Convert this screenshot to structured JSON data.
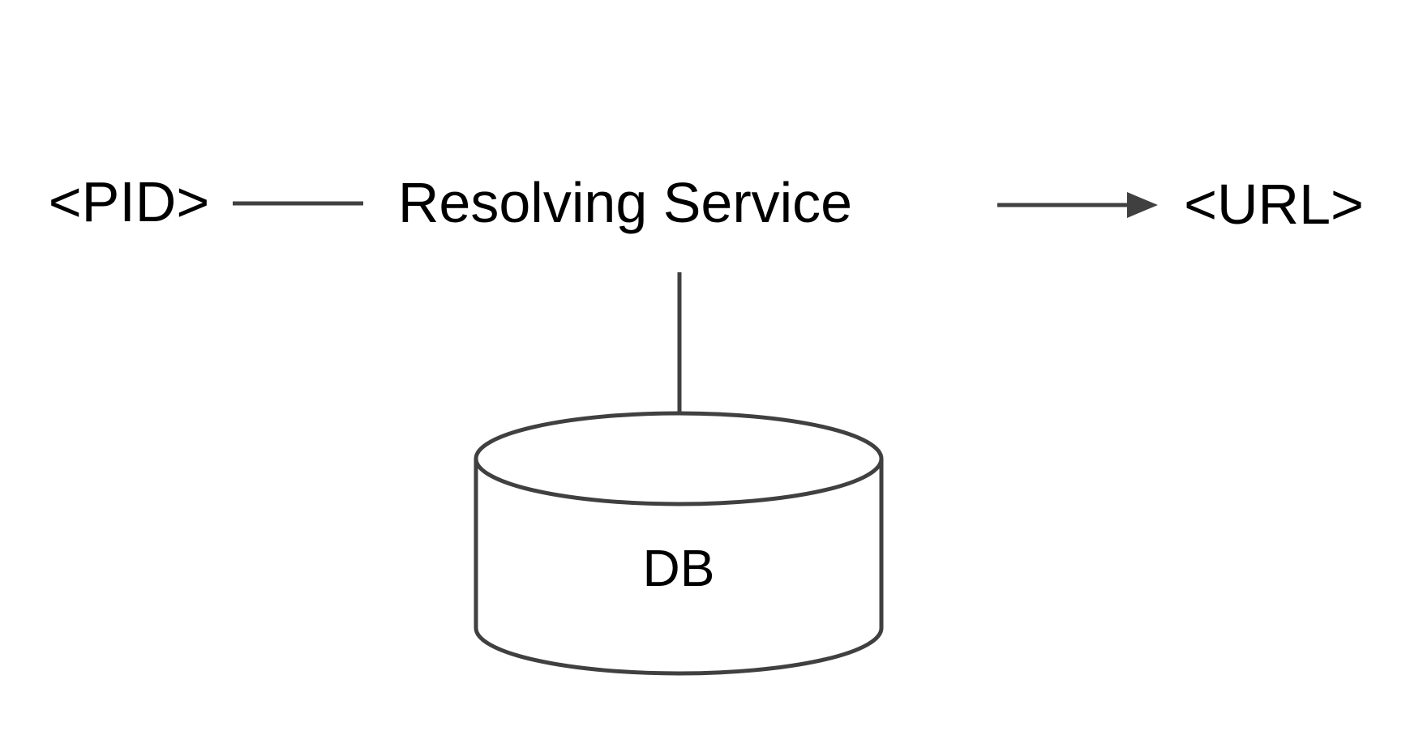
{
  "diagram": {
    "background_color": "#ffffff",
    "stroke_color": "#404040",
    "text_color": "#000000",
    "nodes": {
      "pid": {
        "label": "<PID>",
        "shape": "text"
      },
      "resolving_service": {
        "label": "Resolving Service",
        "shape": "text"
      },
      "url": {
        "label": "<URL>",
        "shape": "text"
      },
      "db": {
        "label": "DB",
        "shape": "cylinder"
      }
    },
    "edges": [
      {
        "from": "pid",
        "to": "resolving_service",
        "style": "plain-line",
        "direction": "none"
      },
      {
        "from": "resolving_service",
        "to": "url",
        "style": "arrow",
        "direction": "right"
      },
      {
        "from": "resolving_service",
        "to": "db",
        "style": "plain-line",
        "direction": "none"
      }
    ]
  }
}
